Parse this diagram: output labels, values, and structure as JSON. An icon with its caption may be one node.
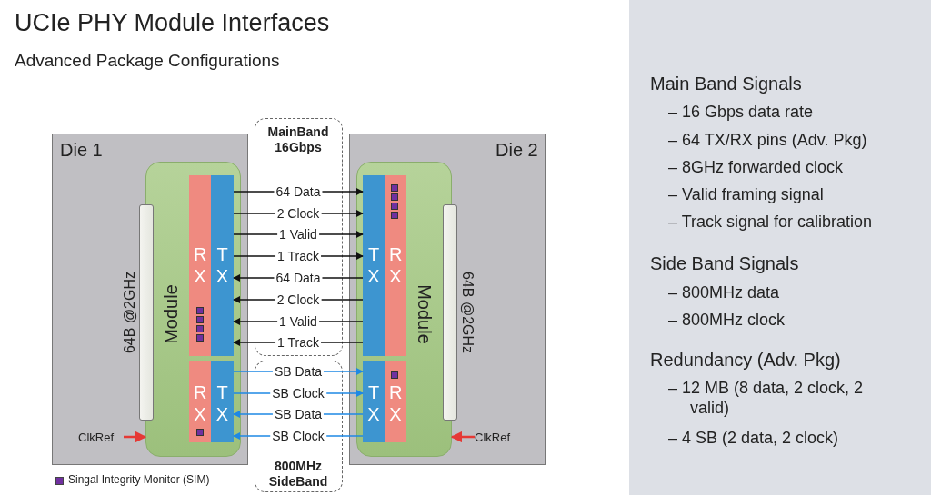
{
  "diagram": {
    "title": "UCIe PHY Module Interfaces",
    "nodes": [
      {
        "text": [
          "Die 1"
        ]
      },
      {
        "text": [],
        "shape": "bar",
        "in": 0,
        "beside": [
          "64B @2GHz"
        ]
      },
      {
        "text": [
          "Module"
        ],
        "in": 0
      },
      {
        "text": [
          "R X"
        ],
        "in": 2
      },
      {
        "text": [
          "T X"
        ],
        "in": 2
      },
      {
        "text": [
          "R X"
        ],
        "in": 2
      },
      {
        "text": [
          "T X"
        ],
        "in": 2
      },
      {
        "text": [
          "ClkRef"
        ],
        "in": 0
      },
      {
        "text": [
          "Die 2"
        ]
      },
      {
        "text": [
          "Module"
        ],
        "in": 8
      },
      {
        "text": [
          "T X"
        ],
        "in": 9
      },
      {
        "text": [
          "R X"
        ],
        "in": 9
      },
      {
        "text": [
          "T X"
        ],
        "in": 9
      },
      {
        "text": [
          "R X"
        ],
        "in": 9
      },
      {
        "text": [],
        "shape": "bar",
        "in": 8,
        "beside": [
          "64B @2GHz"
        ]
      },
      {
        "text": [
          "ClkRef"
        ],
        "in": 8
      }
    ],
    "edges": [
      {
        "from": 4,
        "to": 10,
        "arrow": "to",
        "label": "64 Data"
      },
      {
        "from": 4,
        "to": 10,
        "arrow": "to",
        "label": "2 Clock"
      },
      {
        "from": 4,
        "to": 10,
        "arrow": "to",
        "label": "1 Valid"
      },
      {
        "from": 4,
        "to": 10,
        "arrow": "to",
        "label": "1 Track"
      },
      {
        "from": 10,
        "to": 4,
        "arrow": "to",
        "label": "64 Data"
      },
      {
        "from": 10,
        "to": 4,
        "arrow": "to",
        "label": "2 Clock"
      },
      {
        "from": 10,
        "to": 4,
        "arrow": "to",
        "label": "1 Valid"
      },
      {
        "from": 10,
        "to": 4,
        "arrow": "to",
        "label": "1 Track"
      },
      {
        "from": 6,
        "to": 12,
        "arrow": "to",
        "label": "SB Data",
        "color": "#1e88e5"
      },
      {
        "from": 6,
        "to": 12,
        "arrow": "to",
        "label": "SB Clock",
        "color": "#1e88e5"
      },
      {
        "from": 12,
        "to": 6,
        "arrow": "to",
        "label": "SB Data",
        "color": "#1e88e5"
      },
      {
        "from": 12,
        "to": 6,
        "arrow": "to",
        "label": "SB Clock",
        "color": "#1e88e5"
      },
      {
        "from": 7,
        "to": 2,
        "arrow": "to",
        "color": "#e53935"
      },
      {
        "from": 15,
        "to": 9,
        "arrow": "to",
        "color": "#e53935"
      }
    ],
    "labels": [
      "Advanced Package Configurations",
      "MainBand 16Gbps",
      "800MHz SideBand",
      "Main Band Signals",
      "– 16 Gbps data rate",
      "– 64 TX/RX pins (Adv. Pkg)",
      "– 8GHz forwarded clock",
      "– Valid framing signal",
      "– Track signal for calibration",
      "Side Band Signals",
      "– 800MHz data",
      "– 800MHz clock",
      "Redundancy (Adv. Pkg)",
      "– 12 MB (8 data, 2 clock, 2 valid)",
      "– 4 SB (2 data, 2 clock)"
    ],
    "legend": [
      {
        "text": "Singal Integrity Monitor (SIM)",
        "color": "#7030a0"
      }
    ]
  }
}
